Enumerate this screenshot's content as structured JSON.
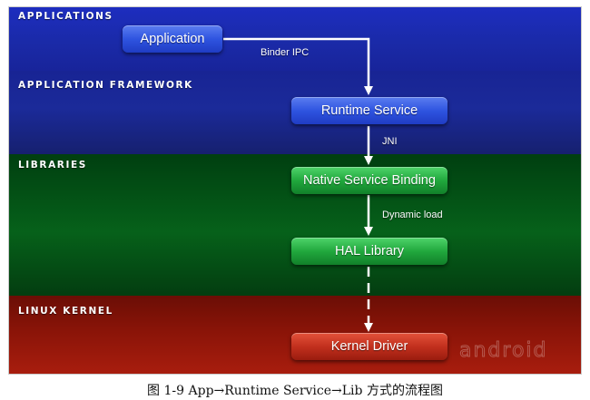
{
  "layers": {
    "applications": "Applications",
    "framework": "Application Framework",
    "libraries": "Libraries",
    "kernel": "Linux Kernel"
  },
  "nodes": {
    "application": "Application",
    "runtime_service": "Runtime Service",
    "native_service_binding": "Native Service Binding",
    "hal_library": "HAL Library",
    "kernel_driver": "Kernel Driver"
  },
  "edges": {
    "binder_ipc": "Binder IPC",
    "jni": "JNI",
    "dynamic_load": "Dynamic load"
  },
  "watermark": "android",
  "caption": "图 1-9    App→Runtime Service→Lib 方式的流程图",
  "colors": {
    "applications_band": "#1a2aa8",
    "framework_band": "#1b2a99",
    "libraries_band": "#06611a",
    "kernel_band": "#8a1408",
    "node_blue": "#2f54e0",
    "node_green": "#21a83d",
    "node_red": "#c2301e",
    "arrow": "#ffffff"
  }
}
